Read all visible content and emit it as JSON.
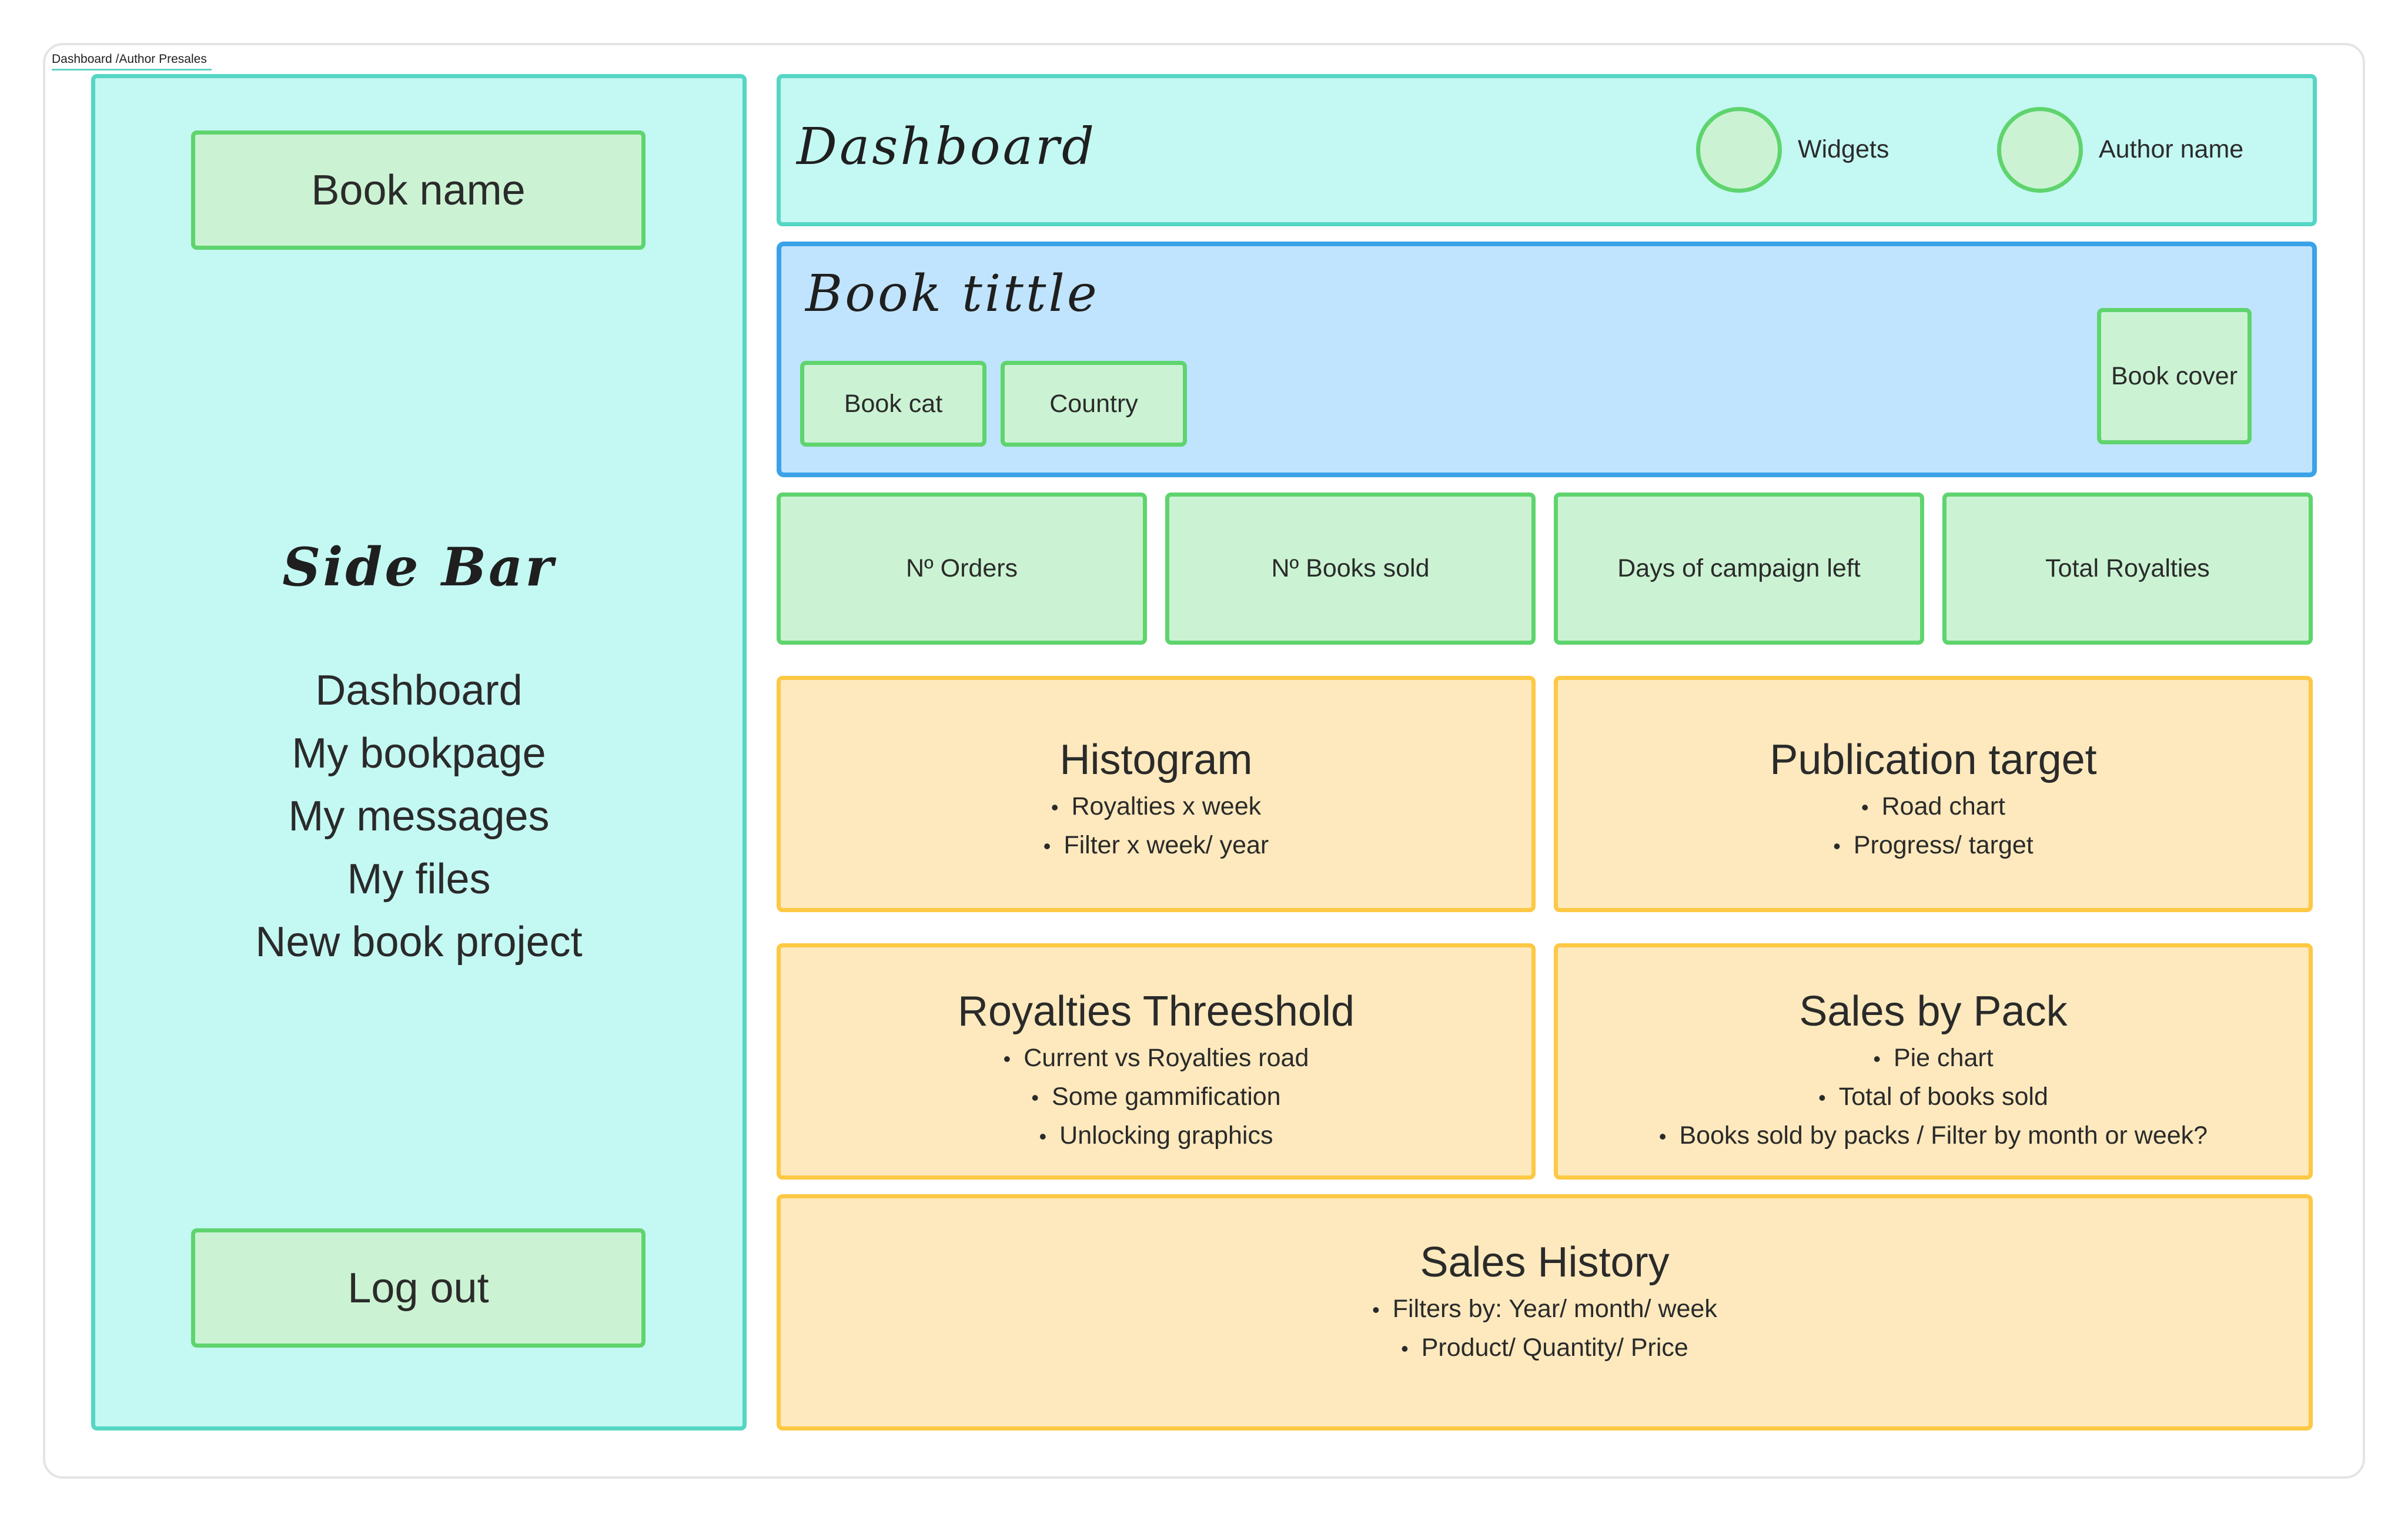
{
  "frame": {
    "label": "Dashboard /Author Presales"
  },
  "sidebar": {
    "book_name_button": "Book name",
    "title": "Side Bar",
    "items": [
      {
        "label": "Dashboard"
      },
      {
        "label": "My bookpage"
      },
      {
        "label": "My messages"
      },
      {
        "label": "My files"
      },
      {
        "label": "New book project"
      }
    ],
    "logout_button": "Log out"
  },
  "header": {
    "title": "Dashboard",
    "widgets_label": "Widgets",
    "author_label": "Author name"
  },
  "book_banner": {
    "title": "Book tittle",
    "category_chip": "Book cat",
    "country_chip": "Country",
    "cover_label": "Book cover"
  },
  "stats": [
    {
      "label": "Nº Orders"
    },
    {
      "label": "Nº Books sold"
    },
    {
      "label": "Days of campaign left"
    },
    {
      "label": "Total Royalties"
    }
  ],
  "cards": {
    "histogram": {
      "title": "Histogram",
      "bullets": [
        "Royalties x week",
        "Filter x week/ year"
      ]
    },
    "publication_target": {
      "title": "Publication target",
      "bullets": [
        "Road chart",
        "Progress/ target"
      ]
    },
    "royalties_threshold": {
      "title": "Royalties Threeshold",
      "bullets": [
        "Current vs Royalties road",
        "Some gammification",
        "Unlocking graphics"
      ]
    },
    "sales_by_pack": {
      "title": "Sales by Pack",
      "bullets": [
        "Pie chart",
        "Total of books sold",
        "Books sold by packs / Filter by month or week?"
      ]
    },
    "sales_history": {
      "title": "Sales History",
      "bullets": [
        "Filters by: Year/ month/ week",
        "Product/ Quantity/ Price"
      ]
    }
  },
  "colors": {
    "teal_fill": "#c4f8f3",
    "teal_border": "#55d6c4",
    "blue_fill": "#c0e4fd",
    "blue_border": "#3aa2e8",
    "green_fill": "#cbf3d3",
    "green_border": "#5fd46e",
    "yellow_fill": "#fde9bd",
    "yellow_border": "#fdc843"
  }
}
